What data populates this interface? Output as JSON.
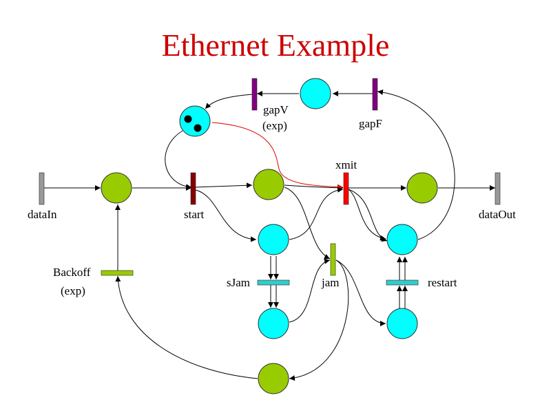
{
  "title": "Ethernet Example",
  "colors": {
    "title": "#cc0000",
    "place_green": "#99cc00",
    "place_cyan": "#00ffff",
    "transition_gray": "#999999",
    "transition_darkred": "#880000",
    "transition_red": "#ff0000",
    "transition_purple": "#800080",
    "transition_cyan": "#33cccc",
    "transition_green": "#99cc00",
    "token": "#000000",
    "arc": "#000000",
    "arc_inhibitor": "#e00000"
  },
  "transitions": {
    "dataIn": "dataIn",
    "start": "start",
    "xmit": "xmit",
    "dataOut": "dataOut",
    "gapV_line1": "gapV",
    "gapV_line2": "(exp)",
    "gapF": "gapF",
    "backoff_line1": "Backoff",
    "backoff_line2": "(exp)",
    "sJam": "sJam",
    "jam": "jam",
    "restart": "restart"
  },
  "places": {
    "idle_tokens": 2
  }
}
